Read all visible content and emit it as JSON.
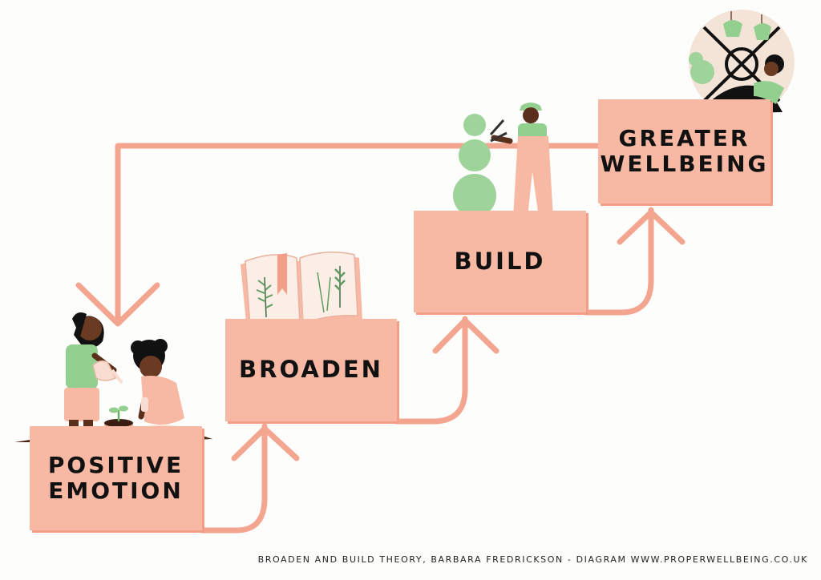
{
  "colors": {
    "background": "#fdfdfc",
    "box_fill": "#f8b9a4",
    "box_shadow": "#f39e86",
    "connector": "#f4a58f",
    "plant_green": "#9ed39a",
    "figure_green": "#93cf8e",
    "skin_dark": "#5a2f1c",
    "hair": "#111111"
  },
  "steps": [
    {
      "line1": "POSITIVE",
      "line2": "EMOTION"
    },
    {
      "line1": "BROADEN"
    },
    {
      "line1": "BUILD"
    },
    {
      "line1": "GREATER",
      "line2": "WELLBEING"
    }
  ],
  "icons": [
    "children-planting-illustration",
    "open-botanical-book-illustration",
    "gardener-topiary-illustration",
    "hanging-plants-circle-illustration"
  ],
  "footer": {
    "credit": "BROADEN AND BUILD THEORY, BARBARA FREDRICKSON  - DIAGRAM  WWW.PROPERWELLBEING.CO.UK"
  }
}
